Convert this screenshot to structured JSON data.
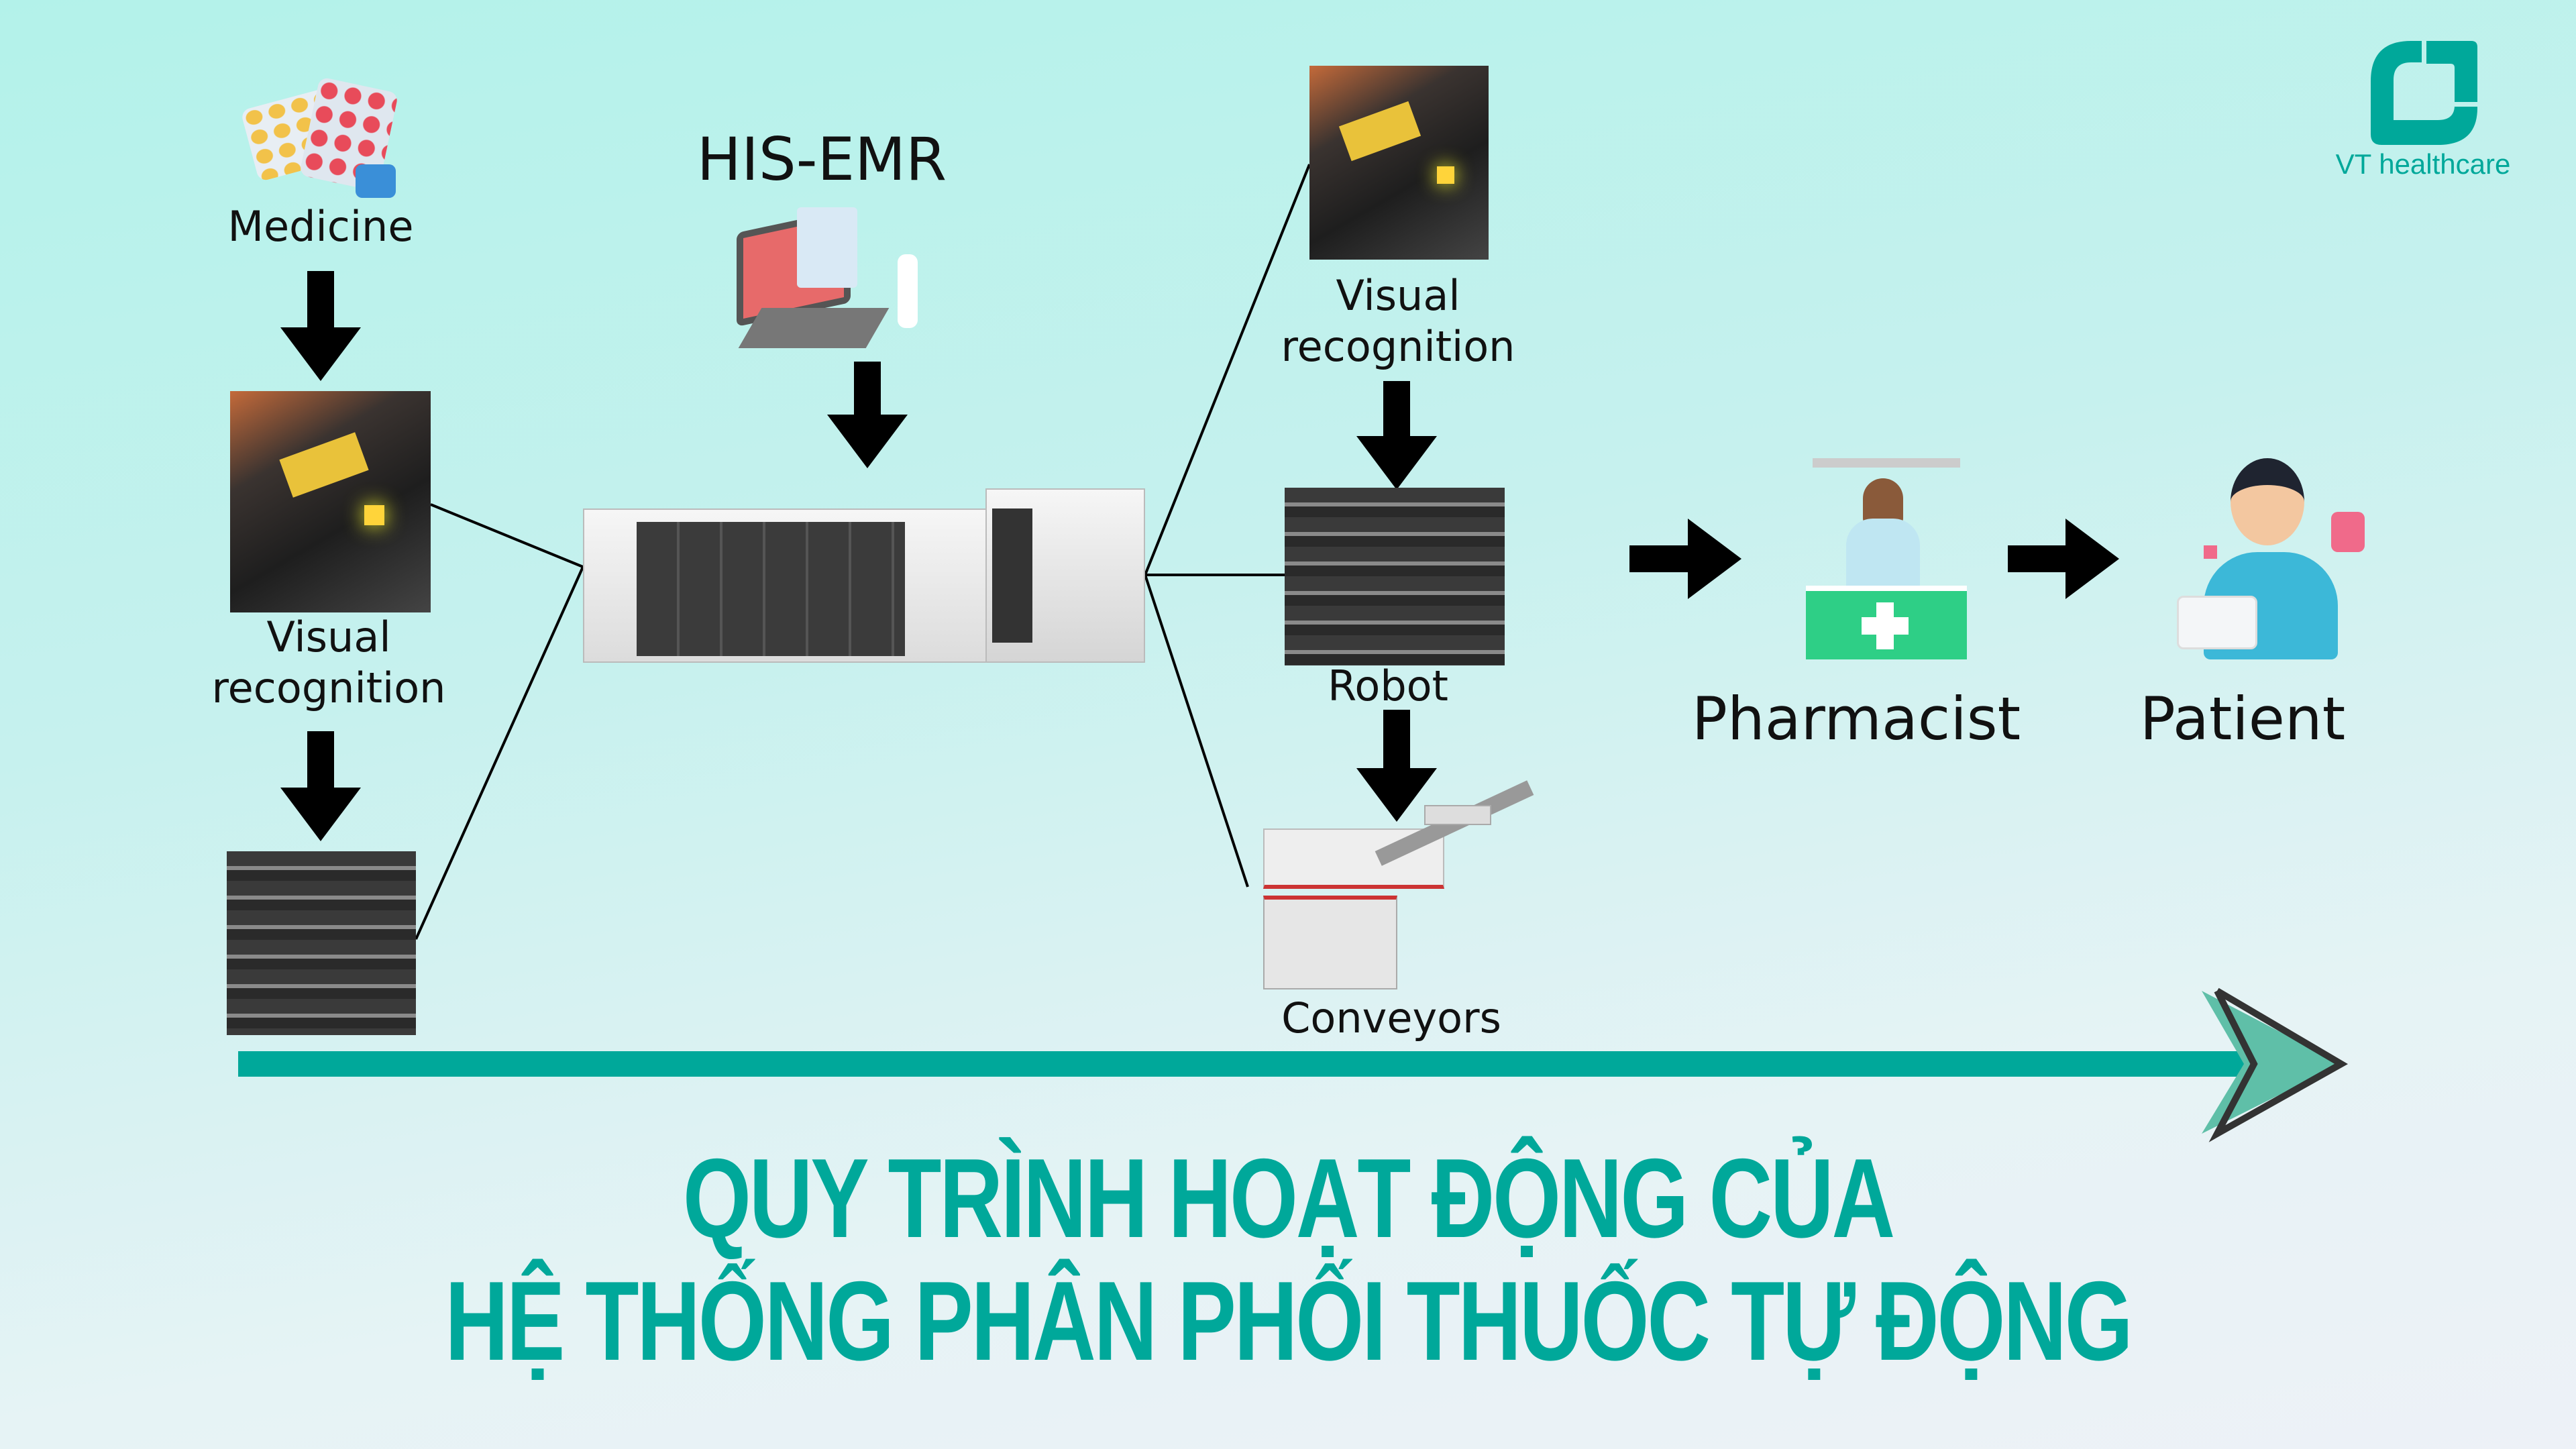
{
  "left": {
    "medicine": "Medicine",
    "visual_recognition": "Visual\nrecognition"
  },
  "center": {
    "his_emr": "HIS-EMR"
  },
  "right": {
    "visual_recognition": "Visual\nrecognition",
    "robot": "Robot",
    "conveyors": "Conveyors"
  },
  "end": {
    "pharmacist": "Pharmacist",
    "patient": "Patient"
  },
  "logo": {
    "text": "VT healthcare"
  },
  "title": {
    "line1": "QUY TRÌNH HOẠT ĐỘNG CỦA",
    "line2": "HỆ THỐNG PHÂN PHỐI THUỐC TỰ ĐỘNG"
  },
  "colors": {
    "accent": "#00a89a",
    "arrow": "#000000"
  }
}
